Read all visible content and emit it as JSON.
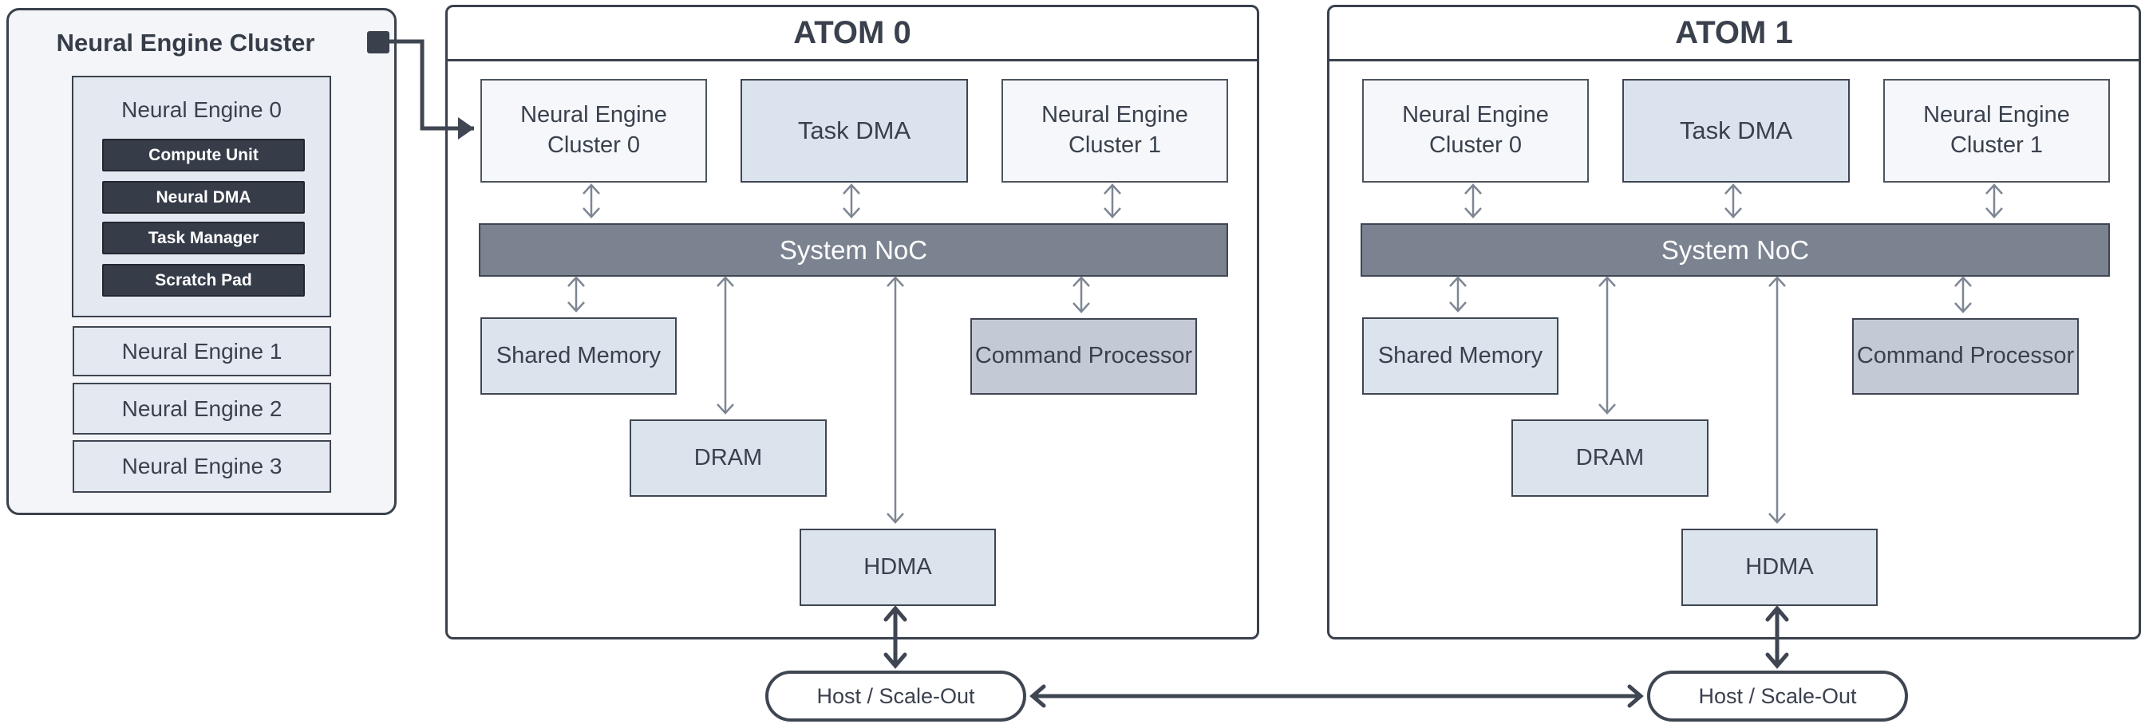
{
  "legend": {
    "title": "Neural Engine Cluster",
    "engine0": {
      "title": "Neural Engine 0",
      "components": [
        "Compute Unit",
        "Neural DMA",
        "Task Manager",
        "Scratch Pad"
      ]
    },
    "sibling_engines": [
      "Neural Engine 1",
      "Neural Engine 2",
      "Neural Engine 3"
    ]
  },
  "atoms": [
    {
      "title": "ATOM 0",
      "neural_engine_cluster_0": "Neural Engine Cluster 0",
      "task_dma": "Task DMA",
      "neural_engine_cluster_1": "Neural Engine Cluster 1",
      "system_noc": "System NoC",
      "shared_memory": "Shared Memory",
      "command_processor": "Command Processor",
      "dram": "DRAM",
      "hdma": "HDMA",
      "host": "Host / Scale-Out"
    },
    {
      "title": "ATOM 1",
      "neural_engine_cluster_0": "Neural Engine Cluster 0",
      "task_dma": "Task DMA",
      "neural_engine_cluster_1": "Neural Engine Cluster 1",
      "system_noc": "System NoC",
      "shared_memory": "Shared Memory",
      "command_processor": "Command Processor",
      "dram": "DRAM",
      "hdma": "HDMA",
      "host": "Host / Scale-Out"
    }
  ],
  "colors": {
    "dark_slate": "#3a414d",
    "chip_fill": "#363d49",
    "noc_fill": "#7b8391",
    "light_blue_fill": "#dbe4ee",
    "pale_fill": "#f5f7fa",
    "panel_fill": "#f3f5f8",
    "engine_fill": "#e4e8f0",
    "command_fill": "#c3cad5",
    "thin_arrow": "#7e8694",
    "dark_arrow": "#3f4652"
  }
}
